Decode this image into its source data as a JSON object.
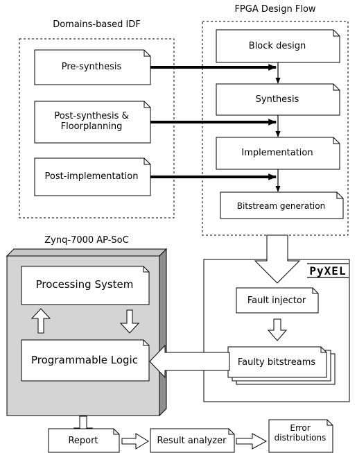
{
  "idf": {
    "title": "Domains-based IDF",
    "items": [
      "Pre-synthesis",
      "Post-synthesis &\nFloorplanning",
      "Post-implementation"
    ]
  },
  "flow": {
    "title": "FPGA Design Flow",
    "steps": [
      "Block design",
      "Synthesis",
      "Implementation",
      "Bitstream generation"
    ]
  },
  "soc": {
    "title": "Zynq-7000 AP-SoC",
    "ps": "Processing System",
    "pl": "Programmable Logic"
  },
  "pyxel": {
    "logo_text": "PyXEL",
    "injector": "Fault injector",
    "faulty": "Faulty bitstreams"
  },
  "bottom": {
    "report": "Report",
    "analyzer": "Result analyzer",
    "errors": "Error\ndistributions"
  }
}
